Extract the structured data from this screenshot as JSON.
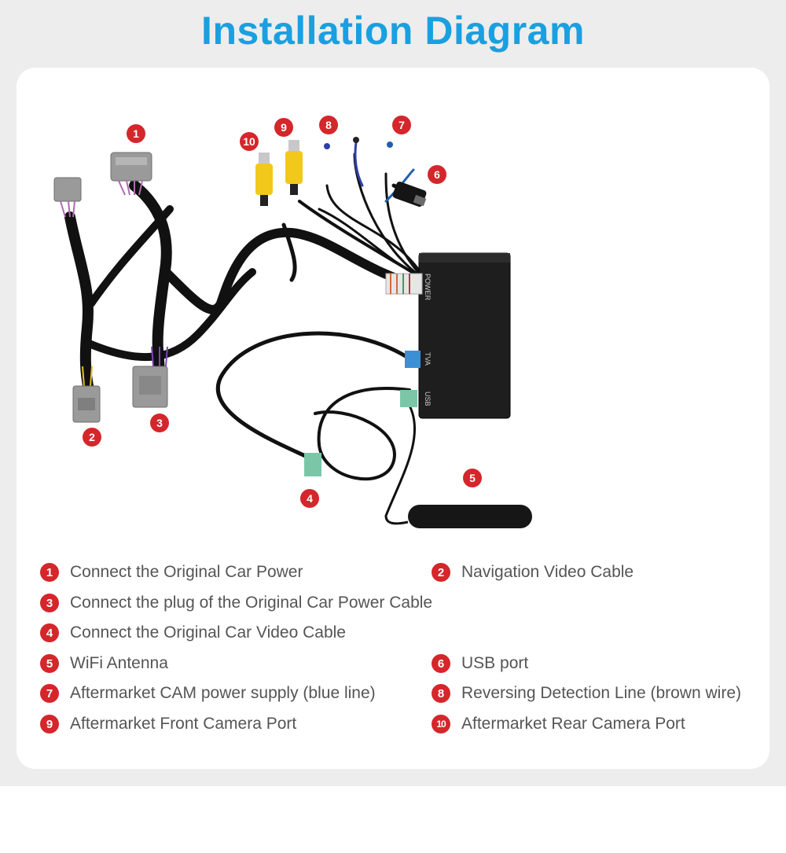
{
  "title": "Installation Diagram",
  "callouts": [
    "1",
    "2",
    "3",
    "4",
    "5",
    "6",
    "7",
    "8",
    "9",
    "10"
  ],
  "device_labels": {
    "power": "POWER",
    "video": "TVA",
    "usb": "USB"
  },
  "legend": [
    {
      "num": "1",
      "text": "Connect the Original Car Power"
    },
    {
      "num": "2",
      "text": "Navigation Video Cable"
    },
    {
      "num": "3",
      "text": "Connect the plug of the Original Car Power Cable"
    },
    {
      "num": "4",
      "text": "Connect the Original Car Video Cable"
    },
    {
      "num": "5",
      "text": "WiFi Antenna"
    },
    {
      "num": "6",
      "text": "USB port"
    },
    {
      "num": "7",
      "text": "Aftermarket CAM power supply (blue line)"
    },
    {
      "num": "8",
      "text": "Reversing Detection Line (brown wire)"
    },
    {
      "num": "9",
      "text": "Aftermarket Front Camera Port"
    },
    {
      "num": "10",
      "text": "Aftermarket Rear Camera Port"
    }
  ],
  "colors": {
    "title": "#1aa0e0",
    "badge": "#d4262b",
    "background": "#ededed",
    "card": "#ffffff",
    "cable": "#111111",
    "connector_gray": "#9a9a9a",
    "rca_yellow": "#f2c81a",
    "fakra_blue": "#3b8fd6"
  }
}
